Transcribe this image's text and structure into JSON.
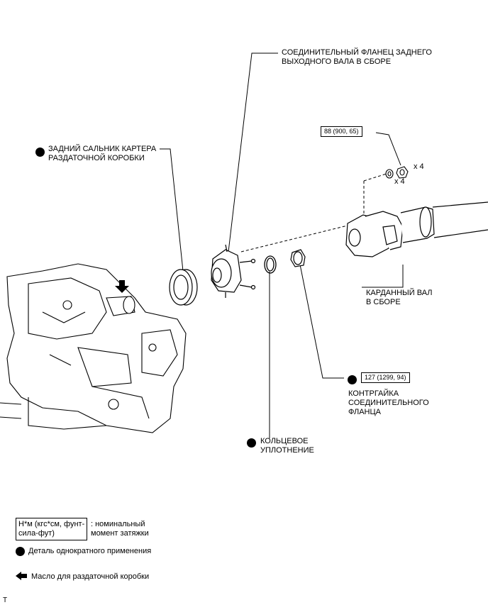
{
  "callouts": {
    "flange_label": "СОЕДИНИТЕЛЬНЫЙ ФЛАНЕЦ ЗАДНЕГО\nВЫХОДНОГО ВАЛА В СБОРЕ",
    "seal_label": "ЗАДНИЙ САЛЬНИК КАРТЕРА\nРАЗДАТОЧНОЙ КОРОБКИ",
    "torque_bolts": "88 (900, 65)",
    "qty_bolts": "x 4",
    "qty_washers": "x 4",
    "propshaft_label": "КАРДАННЫЙ ВАЛ\nВ СБОРЕ",
    "torque_nut": "127 (1299, 94)",
    "nut_label": "КОНТРГАЙКА\nСОЕДИНИТЕЛЬНОГО\nФЛАНЦА",
    "oring_label": "КОЛЬЦЕВОЕ\nУПЛОТНЕНИЕ"
  },
  "legend": {
    "torque_box": "Н*м (кгс*см, фунт-\nсила-фут)",
    "torque_desc": ": номинальный\nмомент затяжки",
    "nonreusable": "Деталь однократного применения",
    "oil": "Масло для раздаточной коробки"
  },
  "corner_mark": "T"
}
